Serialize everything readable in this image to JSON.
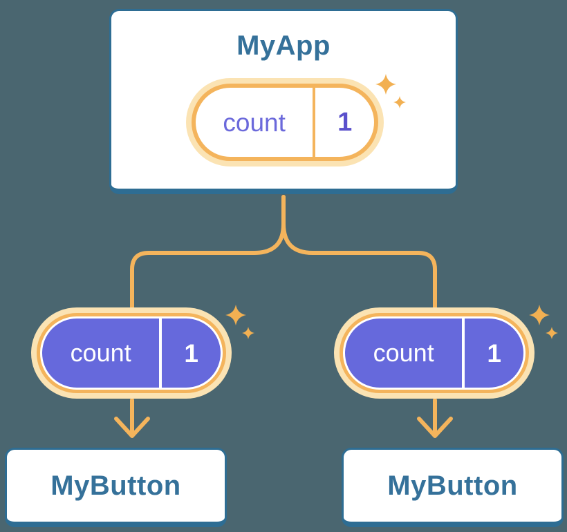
{
  "colors": {
    "background": "#4A6670",
    "card_background": "#FFFFFF",
    "card_border": "#2E6D93",
    "heading_text": "#35719A",
    "orange_line": "#F4B45C",
    "orange_halo": "#FBE3B3",
    "sparkle": "#F2B052",
    "purple_fill": "#6669DC",
    "state_label_text": "#6B69DB",
    "state_value_text": "#5A50CC",
    "prop_text": "#FFFFFF"
  },
  "diagram": {
    "root": {
      "title": "MyApp",
      "state_pill": {
        "label": "count",
        "value": "1"
      }
    },
    "children": [
      {
        "title": "MyButton",
        "prop_pill": {
          "label": "count",
          "value": "1"
        }
      },
      {
        "title": "MyButton",
        "prop_pill": {
          "label": "count",
          "value": "1"
        }
      }
    ]
  }
}
